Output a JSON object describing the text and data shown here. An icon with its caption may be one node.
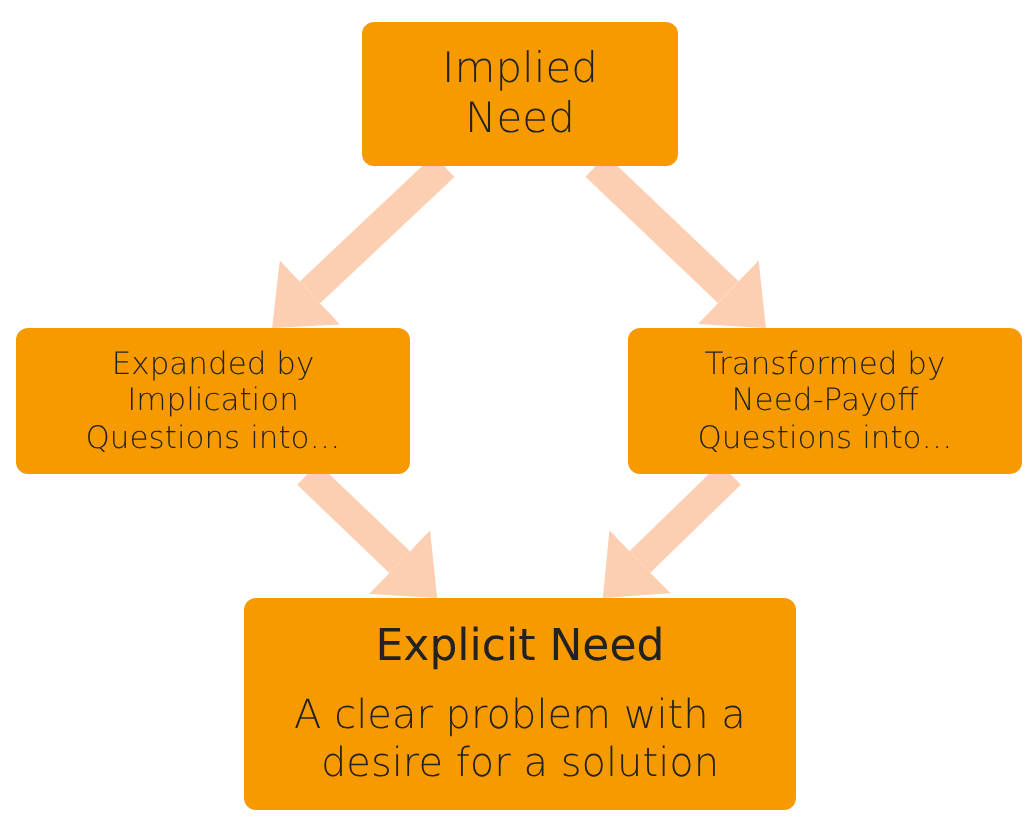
{
  "diagram": {
    "nodes": [
      {
        "text": [
          "Implied Need"
        ]
      },
      {
        "text": [
          "Expanded by Implication Questions into…"
        ]
      },
      {
        "text": [
          "Transformed by Need-Payoff Questions into…"
        ]
      },
      {
        "text": [
          "Explicit Need",
          "A clear problem with a desire for a solution"
        ]
      }
    ],
    "edges": [
      {
        "from": 0,
        "to": 1,
        "arrow": "to"
      },
      {
        "from": 0,
        "to": 2,
        "arrow": "to"
      },
      {
        "from": 1,
        "to": 3,
        "arrow": "to"
      },
      {
        "from": 2,
        "to": 3,
        "arrow": "to"
      }
    ]
  }
}
